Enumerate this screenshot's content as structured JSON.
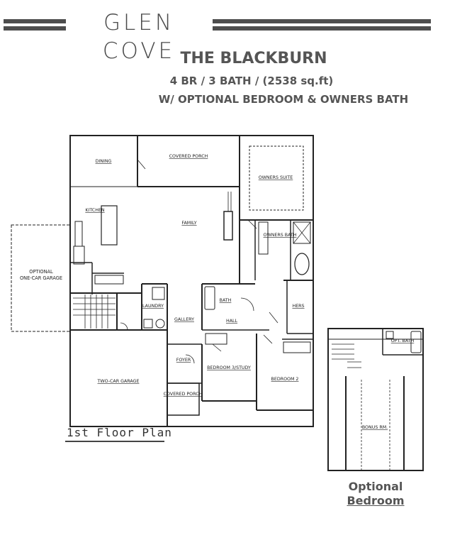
{
  "header": {
    "brand": "GLEN COVE",
    "model_name": "THE BLACKBURN",
    "specs_line1": "4 BR / 3 BATH / (2538 sq.ft)",
    "specs_line2": "W/ OPTIONAL BEDROOM & OWNERS BATH"
  },
  "plan": {
    "rooms": {
      "dining": "DINING",
      "covered_porch_rear": "COVERED PORCH",
      "owners_suite": "OWNERS SUITE",
      "kitchen": "KITCHEN",
      "family": "FAMILY",
      "owners_bath": "OWNERS BATH",
      "optional_garage_line1": "OPTIONAL",
      "optional_garage_line2": "ONE-CAR GARAGE",
      "laundry": "LAUNDRY",
      "gallery": "GALLERY",
      "bath": "BATH",
      "hall": "HALL",
      "hers": "HERS",
      "foyer": "FOYER",
      "two_car_garage": "TWO-CAR GARAGE",
      "bedroom_study": "BEDROOM 3/STUDY",
      "bedroom_2": "BEDROOM 2",
      "covered_porch_front": "COVERED PORCH",
      "opt_bath": "OPT. BATH",
      "bonus_rm": "BONUS RM."
    },
    "floor_caption": "1st Floor Plan",
    "optional_caption_line1": "Optional",
    "optional_caption_line2": "Bedroom"
  }
}
